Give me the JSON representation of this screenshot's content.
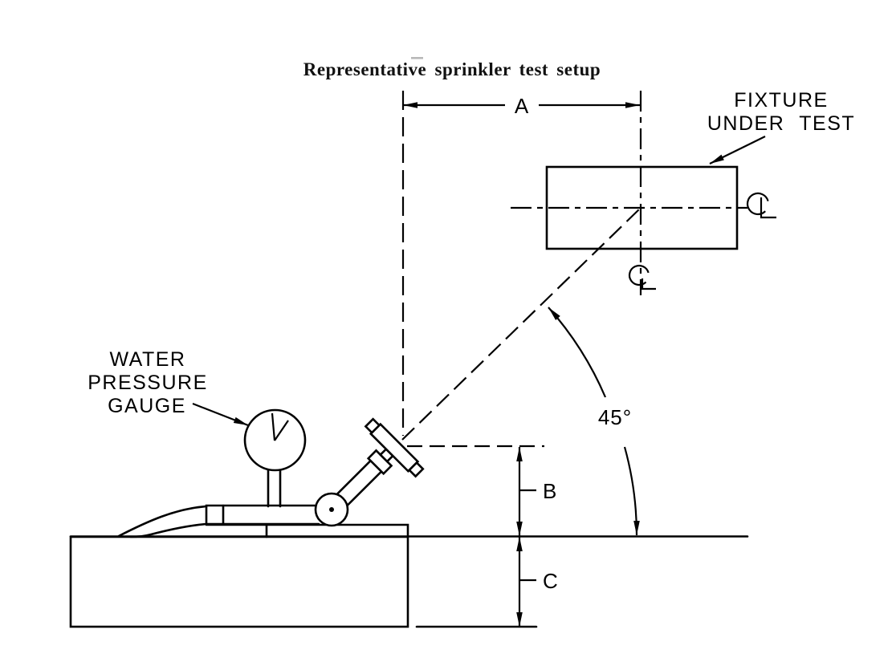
{
  "title": "Representative sprinkler test setup",
  "dimensions": {
    "a": "A",
    "b": "B",
    "c": "C",
    "angle": "45°"
  },
  "callouts": {
    "fixture": {
      "lines": [
        "FIXTURE",
        "UNDER TEST"
      ]
    },
    "gauge": {
      "lines": [
        "WATER",
        "PRESSURE",
        "GAUGE"
      ]
    }
  },
  "symbols": {
    "centerline": "℄ centre-line symbol (C over L)"
  },
  "colors": {
    "line": "#000000",
    "background": "#ffffff",
    "artifact": "#b8b8b8"
  }
}
